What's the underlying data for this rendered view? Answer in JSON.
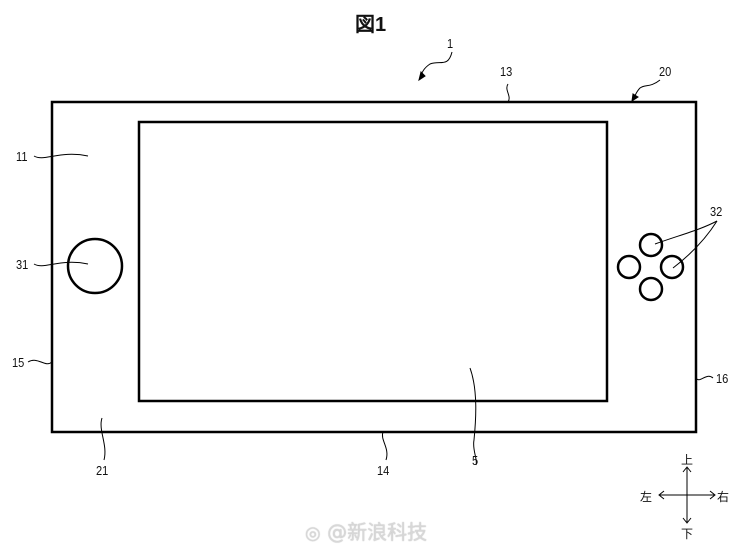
{
  "figure": {
    "title": "図1",
    "labels": {
      "device": "1",
      "top_edge": "13",
      "corner": "20",
      "left_region": "11",
      "left_button": "31",
      "left_edge": "15",
      "right_buttons": "32",
      "right_edge": "16",
      "bottom_left": "21",
      "bottom_edge": "14",
      "screen": "5"
    },
    "directions": {
      "up": "上",
      "down": "下",
      "left": "左",
      "right": "右"
    },
    "watermark": "@新浪科技"
  }
}
